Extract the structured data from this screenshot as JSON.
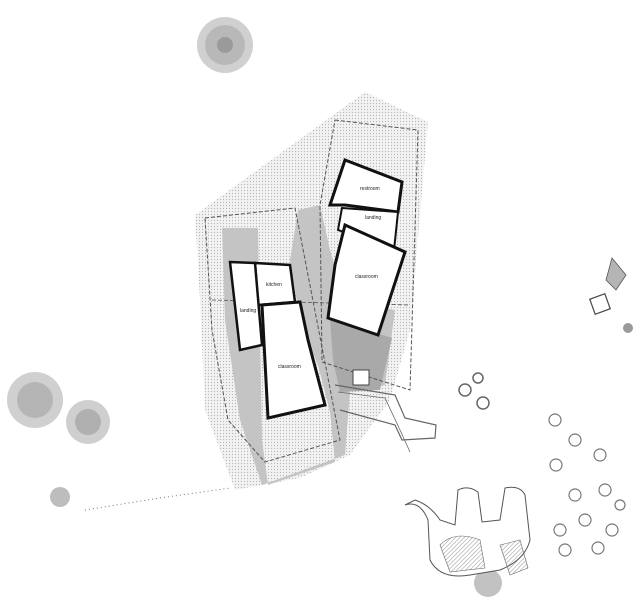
{
  "rooms": {
    "restroom": "restroom",
    "landing_upper": "landing",
    "classroom_upper": "classroom",
    "kitchen": "kitchen",
    "landing_lower": "landing",
    "classroom_lower": "classroom"
  },
  "colors": {
    "background": "#ffffff",
    "ground_dots": "#d2d2d2",
    "building_gray": "#c4c4c4",
    "dark_gray": "#a9a9a9",
    "wall": "#111111",
    "line": "#555555",
    "tree": "#9a9a9a"
  },
  "icons": {
    "tree": "tree-icon",
    "shrub": "shrub-icon",
    "stepping_stone": "stepping-stone-icon",
    "elephant_sculpture": "elephant-sculpture-icon",
    "garden_bed": "garden-bed-icon"
  }
}
